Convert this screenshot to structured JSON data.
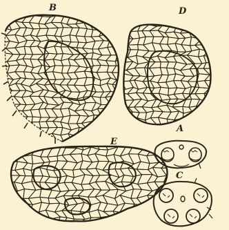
{
  "figure": {
    "labels": {
      "b": "B",
      "d": "D",
      "e": "E",
      "a": "A",
      "c": "C"
    }
  },
  "palette": {
    "paper": "#fbf2d4",
    "ink": "#2a2214"
  }
}
